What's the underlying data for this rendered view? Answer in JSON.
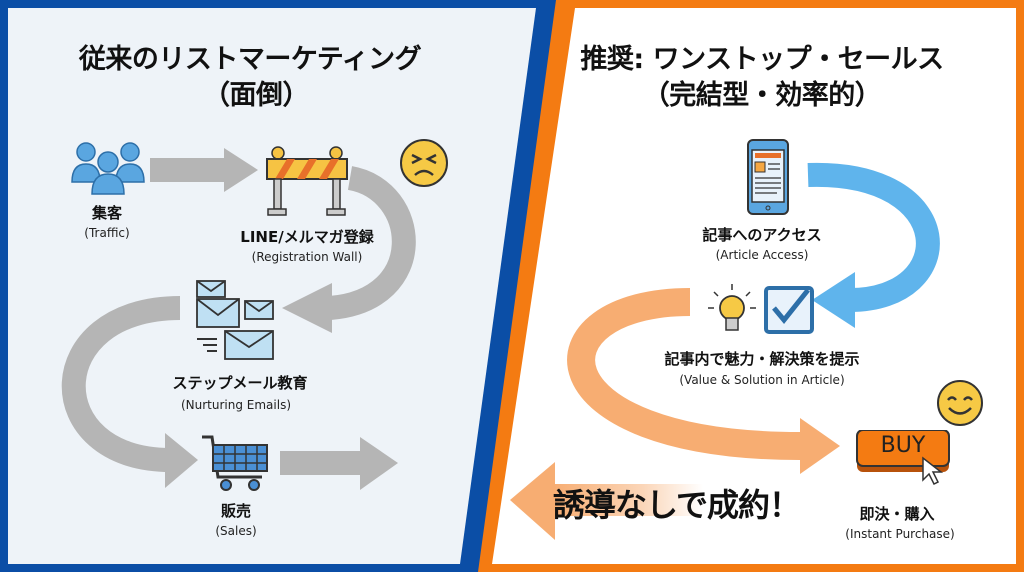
{
  "colors": {
    "left_accent": "#0b4ea6",
    "right_accent": "#f47b12",
    "left_bg": "#eef3f8",
    "right_bg": "#ffffff",
    "gray_arrow": "#b5b5b5",
    "blue_arrow": "#5fb4ec",
    "orange_arrow": "#f7ad72"
  },
  "left": {
    "title": "従来のリストマーケティング",
    "subtitle": "（面倒）",
    "steps": [
      {
        "label": "集客",
        "sub": "(Traffic)",
        "icon": "people-icon"
      },
      {
        "label": "LINE/メルマガ登録",
        "sub": "(Registration Wall)",
        "icon": "barrier-icon"
      },
      {
        "label": "ステップメール教育",
        "sub": "(Nurturing Emails)",
        "icon": "envelopes-icon"
      },
      {
        "label": "販売",
        "sub": "(Sales)",
        "icon": "cart-icon"
      }
    ],
    "emoji": "frustrated-face-icon"
  },
  "right": {
    "title": "推奨: ワンストップ・セールス",
    "subtitle": "（完結型・効率的）",
    "steps": [
      {
        "label": "記事へのアクセス",
        "sub": "(Article Access)",
        "icon": "tablet-icon"
      },
      {
        "label": "記事内で魅力・解決策を提示",
        "sub": "(Value & Solution in Article)",
        "icon": "lightbulb-check-icon"
      },
      {
        "label": "即決・購入",
        "sub": "(Instant Purchase)",
        "icon": "buy-button-icon"
      }
    ],
    "buy_text": "BUY",
    "slogan": "誘導なしで成約！",
    "emoji": "smile-face-icon"
  }
}
